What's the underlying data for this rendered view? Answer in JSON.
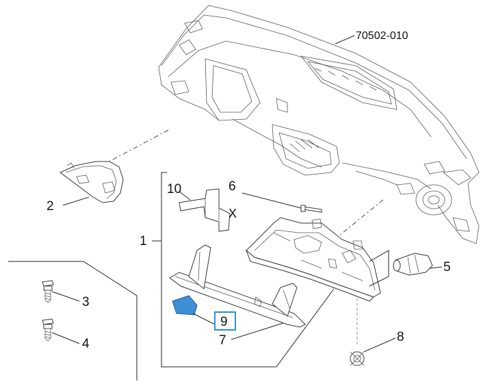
{
  "diagram": {
    "doc_code": "70502-010",
    "highlighted_part": "9",
    "callouts": {
      "p1": "1",
      "p2": "2",
      "p3": "3",
      "p4": "4",
      "p5": "5",
      "p6": "6",
      "p7": "7",
      "p8": "8",
      "p9": "9",
      "p10": "10"
    },
    "x_mark": "X"
  },
  "colors": {
    "highlight_part_fill": "#3d8fd6",
    "highlight_box": "#2e8fd0"
  }
}
